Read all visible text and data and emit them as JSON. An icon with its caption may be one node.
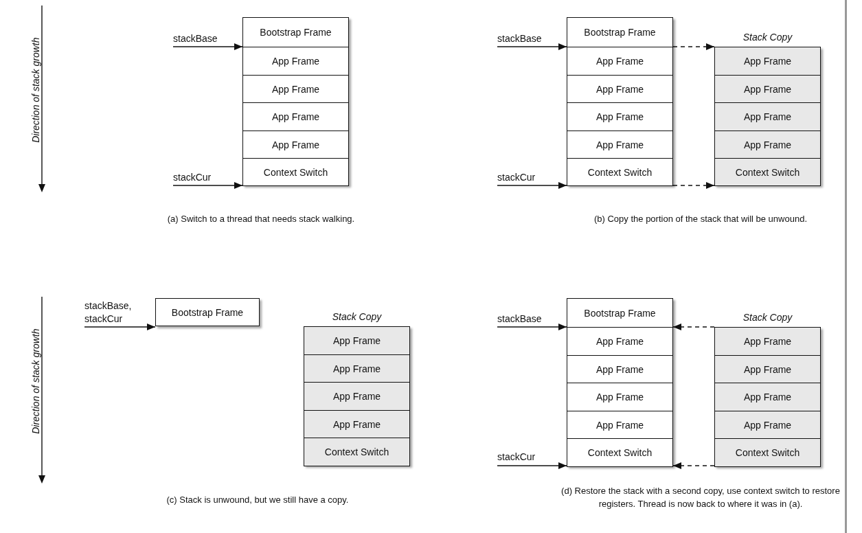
{
  "diagram": {
    "nodes": [
      {
        "text": [
          "stackBase"
        ]
      },
      {
        "text": [
          "stackCur"
        ]
      },
      {
        "text": [],
        "shape": "box"
      },
      {
        "text": [
          "Bootstrap Frame"
        ],
        "in": 2
      },
      {
        "text": [
          "App Frame"
        ],
        "in": 2
      },
      {
        "text": [
          "App Frame"
        ],
        "in": 2
      },
      {
        "text": [
          "App Frame"
        ],
        "in": 2
      },
      {
        "text": [
          "App Frame"
        ],
        "in": 2
      },
      {
        "text": [
          "Context Switch"
        ],
        "in": 2
      },
      {
        "text": [
          "stackBase"
        ]
      },
      {
        "text": [
          "stackCur"
        ]
      },
      {
        "text": [],
        "shape": "box"
      },
      {
        "text": [
          "Bootstrap Frame"
        ],
        "in": 11
      },
      {
        "text": [
          "App Frame"
        ],
        "in": 11
      },
      {
        "text": [
          "App Frame"
        ],
        "in": 11
      },
      {
        "text": [
          "App Frame"
        ],
        "in": 11
      },
      {
        "text": [
          "App Frame"
        ],
        "in": 11
      },
      {
        "text": [
          "Context Switch"
        ],
        "in": 11
      },
      {
        "text": [],
        "shape": "box",
        "beside": [
          "Stack Copy"
        ]
      },
      {
        "text": [
          "App Frame"
        ],
        "in": 18
      },
      {
        "text": [
          "App Frame"
        ],
        "in": 18
      },
      {
        "text": [
          "App Frame"
        ],
        "in": 18
      },
      {
        "text": [
          "App Frame"
        ],
        "in": 18
      },
      {
        "text": [
          "Context Switch"
        ],
        "in": 18
      },
      {
        "text": [
          "stackBase, stackCur"
        ]
      },
      {
        "text": [
          "Bootstrap Frame"
        ]
      },
      {
        "text": [],
        "shape": "box",
        "beside": [
          "Stack Copy"
        ]
      },
      {
        "text": [
          "App Frame"
        ],
        "in": 26
      },
      {
        "text": [
          "App Frame"
        ],
        "in": 26
      },
      {
        "text": [
          "App Frame"
        ],
        "in": 26
      },
      {
        "text": [
          "App Frame"
        ],
        "in": 26
      },
      {
        "text": [
          "Context Switch"
        ],
        "in": 26
      },
      {
        "text": [
          "stackBase"
        ]
      },
      {
        "text": [
          "stackCur"
        ]
      },
      {
        "text": [],
        "shape": "box"
      },
      {
        "text": [
          "Bootstrap Frame"
        ],
        "in": 34
      },
      {
        "text": [
          "App Frame"
        ],
        "in": 34
      },
      {
        "text": [
          "App Frame"
        ],
        "in": 34
      },
      {
        "text": [
          "App Frame"
        ],
        "in": 34
      },
      {
        "text": [
          "App Frame"
        ],
        "in": 34
      },
      {
        "text": [
          "Context Switch"
        ],
        "in": 34
      },
      {
        "text": [],
        "shape": "box",
        "beside": [
          "Stack Copy"
        ]
      },
      {
        "text": [
          "App Frame"
        ],
        "in": 41
      },
      {
        "text": [
          "App Frame"
        ],
        "in": 41
      },
      {
        "text": [
          "App Frame"
        ],
        "in": 41
      },
      {
        "text": [
          "App Frame"
        ],
        "in": 41
      },
      {
        "text": [
          "Context Switch"
        ],
        "in": 41
      }
    ],
    "edges": [
      {
        "from": 0,
        "to": 2,
        "arrow": "to"
      },
      {
        "from": 1,
        "to": 2,
        "arrow": "to"
      },
      {
        "from": 9,
        "to": 11,
        "arrow": "to"
      },
      {
        "from": 10,
        "to": 11,
        "arrow": "to"
      },
      {
        "from": 11,
        "to": 18,
        "arrow": "to",
        "style": "dashed"
      },
      {
        "from": 11,
        "to": 18,
        "arrow": "to",
        "style": "dashed"
      },
      {
        "from": 24,
        "to": 25,
        "arrow": "to"
      },
      {
        "from": 32,
        "to": 34,
        "arrow": "to"
      },
      {
        "from": 33,
        "to": 34,
        "arrow": "to"
      },
      {
        "from": 41,
        "to": 34,
        "arrow": "to",
        "style": "dashed"
      },
      {
        "from": 41,
        "to": 34,
        "arrow": "to",
        "style": "dashed"
      }
    ],
    "labels": [
      "Direction of stack growth",
      "(a) Switch to a thread that needs stack walking.",
      "(b) Copy the portion of the stack that will be unwound.",
      "Direction of stack growth",
      "(c) Stack is unwound, but we still have a copy.",
      "(d) Restore the stack with a second copy, use context switch to restore registers.  Thread is now back to where it was in (a)."
    ]
  }
}
